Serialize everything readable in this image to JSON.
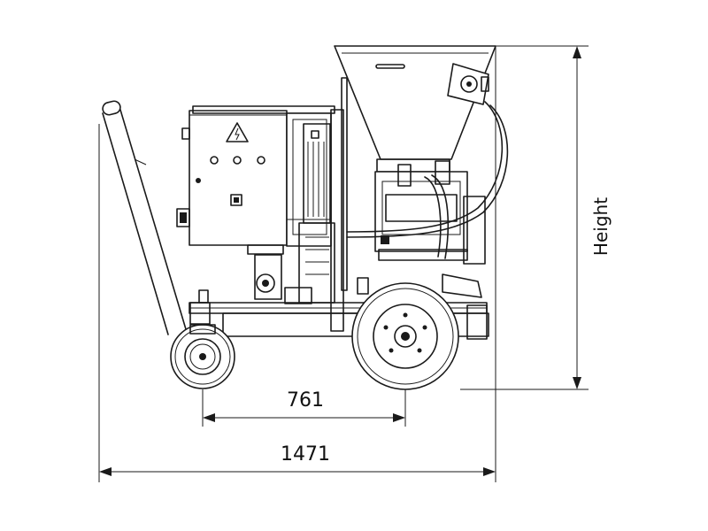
{
  "dimensions": {
    "height_label": "Height",
    "wheelbase_label": "761",
    "overall_length_label": "1471"
  },
  "icons": {
    "warning": "high-voltage-warning-icon"
  },
  "colors": {
    "line": "#1a1a1a",
    "background": "#ffffff"
  }
}
